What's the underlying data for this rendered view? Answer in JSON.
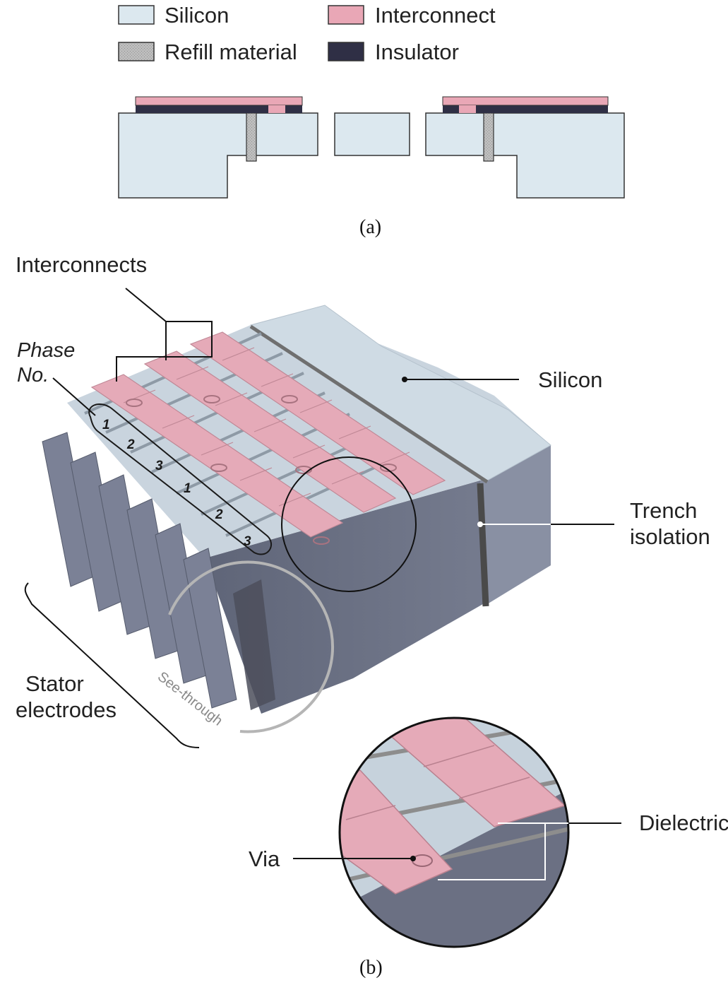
{
  "legend": {
    "silicon": "Silicon",
    "interconnect": "Interconnect",
    "refill": "Refill material",
    "insulator": "Insulator"
  },
  "captions": {
    "a": "(a)",
    "b": "(b)"
  },
  "labels": {
    "interconnects": "Interconnects",
    "phase_line1": "Phase",
    "phase_line2": "No.",
    "silicon": "Silicon",
    "trench_line1": "Trench",
    "trench_line2": "isolation",
    "stator_line1": "Stator",
    "stator_line2": "electrodes",
    "see_through": "See-through",
    "dielectric": "Dielectric",
    "via": "Via"
  },
  "phase_numbers": [
    "1",
    "2",
    "3",
    "1",
    "2",
    "3"
  ],
  "colors": {
    "silicon": "#dce8ef",
    "interconnect": "#e9a7b6",
    "refill": "#b8b8b8",
    "insulator": "#2f2f45",
    "body_side": "#6e7487",
    "body_top": "#c9d4de"
  }
}
